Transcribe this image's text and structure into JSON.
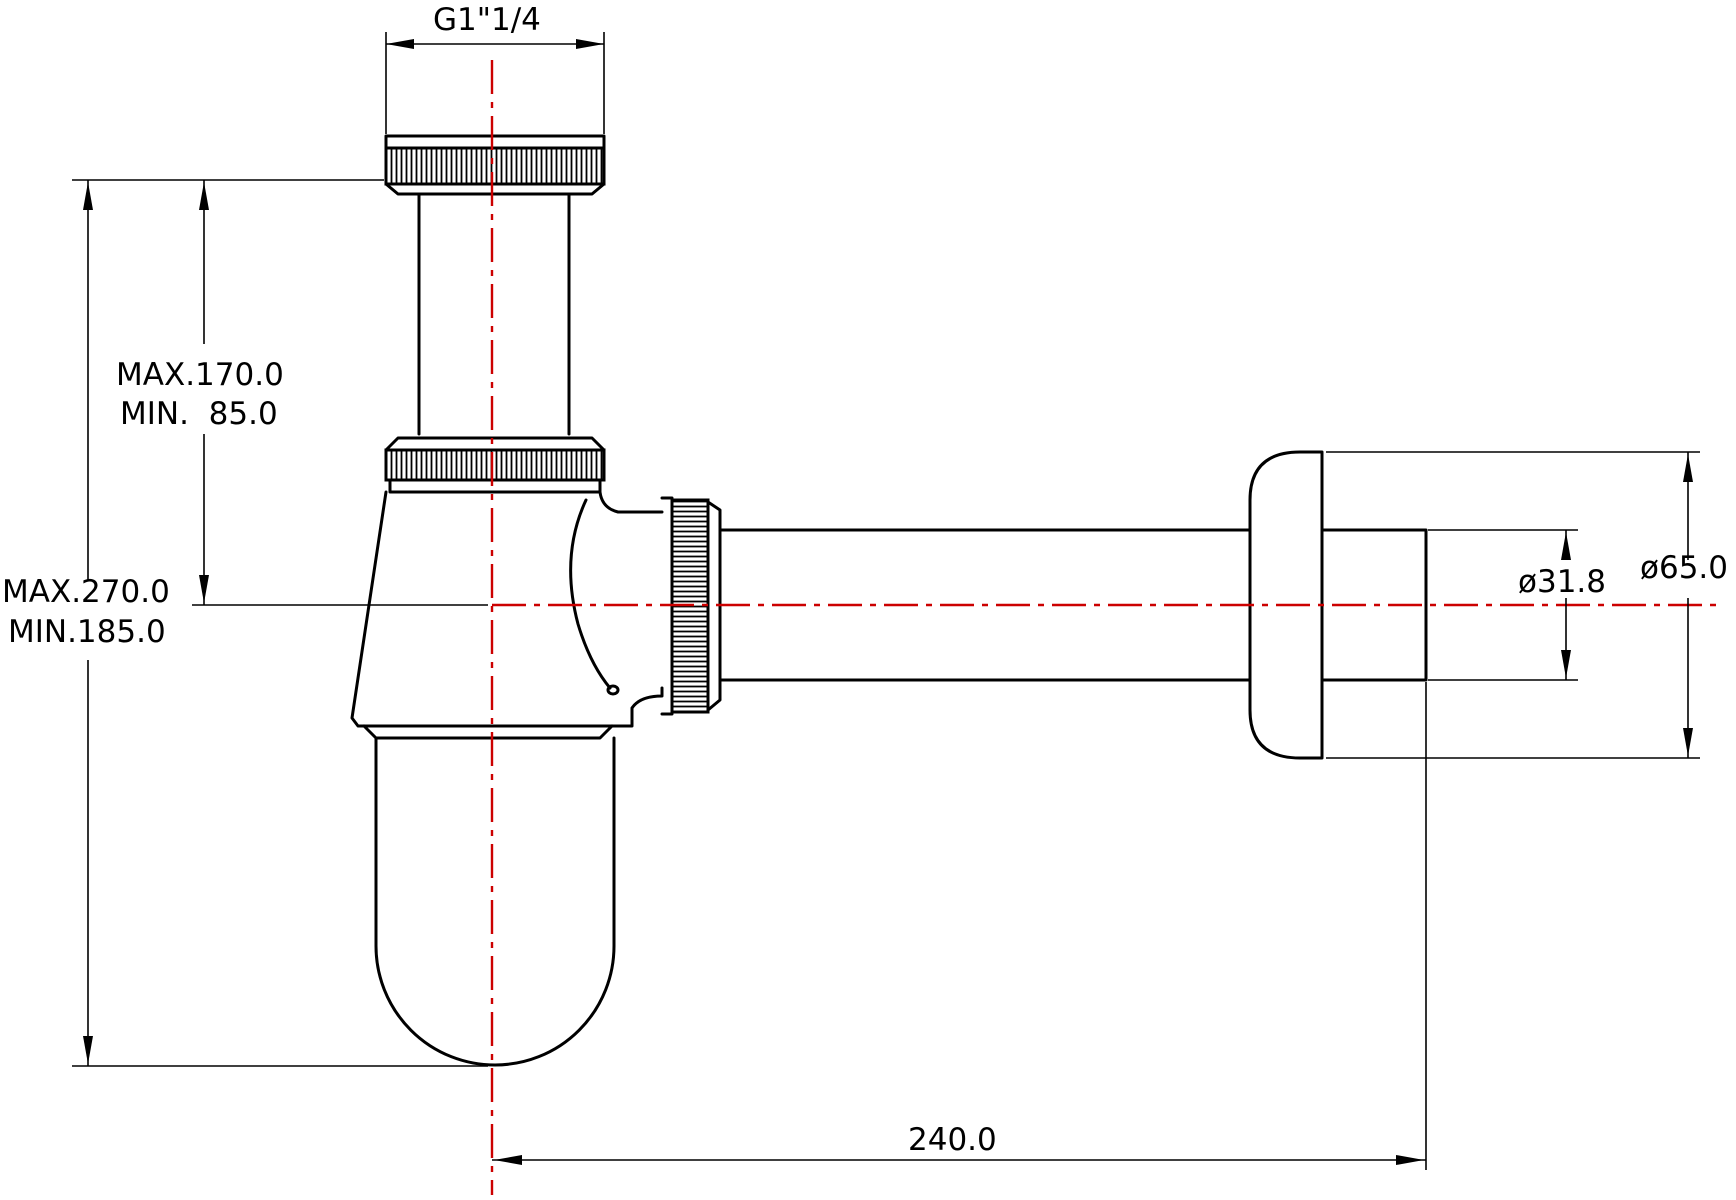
{
  "dimensions": {
    "thread": "G1\"1/4",
    "tube_adjust_max": "MAX.170.0",
    "tube_adjust_min": "MIN.  85.0",
    "height_max": "MAX.270.0",
    "height_min": "MIN.185.0",
    "pipe_diameter": "ø31.8",
    "rosette_diameter": "ø65.0",
    "wall_distance": "240.0"
  },
  "colors": {
    "line": "#000000",
    "centerline": "#cc0000",
    "background": "#ffffff"
  }
}
